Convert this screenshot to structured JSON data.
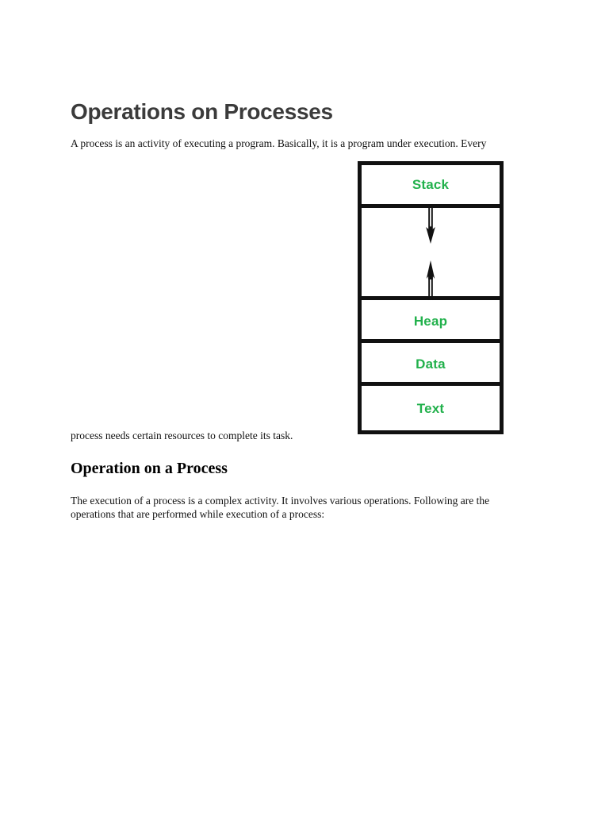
{
  "document": {
    "title": "Operations on Processes",
    "paragraphs": {
      "intro": "A process is an activity of executing a program. Basically, it is a program under execution. Every",
      "resources": "process needs certain resources to complete its task.",
      "execution": "The execution of a process is a complex activity. It involves various operations. Following are the operations that are performed while execution of a process:"
    },
    "sub_heading": "Operation on a Process"
  },
  "diagram": {
    "name": "process-memory-layout",
    "sections": [
      {
        "key": "stack",
        "label": "Stack"
      },
      {
        "key": "gap",
        "label": ""
      },
      {
        "key": "heap",
        "label": "Heap"
      },
      {
        "key": "data",
        "label": "Data"
      },
      {
        "key": "text",
        "label": "Text"
      }
    ],
    "arrows": [
      {
        "key": "stack-growth-down",
        "direction": "down"
      },
      {
        "key": "heap-growth-up",
        "direction": "up"
      }
    ],
    "colors": {
      "label_green": "#22b14c",
      "border_black": "#111111",
      "background": "#ffffff"
    }
  },
  "colors": {
    "title_gray": "#3b3b3b",
    "body_black": "#111111",
    "page_background": "#ffffff"
  }
}
